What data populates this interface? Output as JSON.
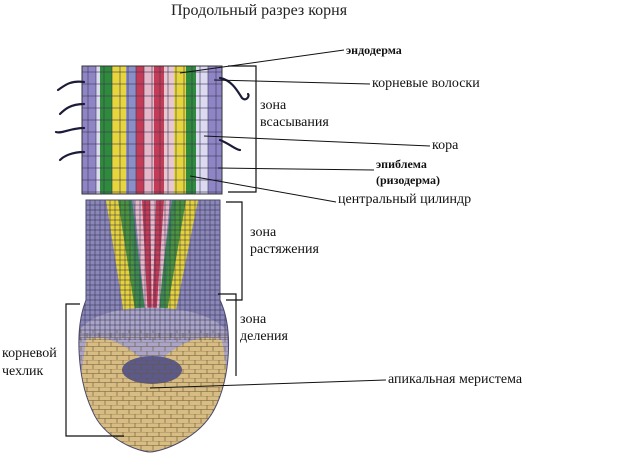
{
  "title": "Продольный разрез корня",
  "labels": {
    "endoderm": "эндодерма",
    "root_hairs": "корневые  волоски",
    "absorption_zone_1": "зона",
    "absorption_zone_2": "всасывания",
    "cortex": "кора",
    "epiblema_1": "эпиблема",
    "epiblema_2": "(ризодерма)",
    "central_cylinder": "центральный цилиндр",
    "elongation_zone_1": "зона",
    "elongation_zone_2": "растяжения",
    "division_zone_1": "зона",
    "division_zone_2": "деления",
    "root_cap_1": "корневой",
    "root_cap_2": "чехлик",
    "apical_meristem": "апикальная меристема"
  },
  "colors": {
    "epidermis": "#8a7fc2",
    "cortex": "#d9d6ec",
    "endoderm": "#2e8b3a",
    "pericycle": "#e8d83a",
    "xylem": "#c8384f",
    "phloem": "#3a3a6a",
    "meristem": "#8a87b8",
    "cap": "#e4c98c"
  }
}
